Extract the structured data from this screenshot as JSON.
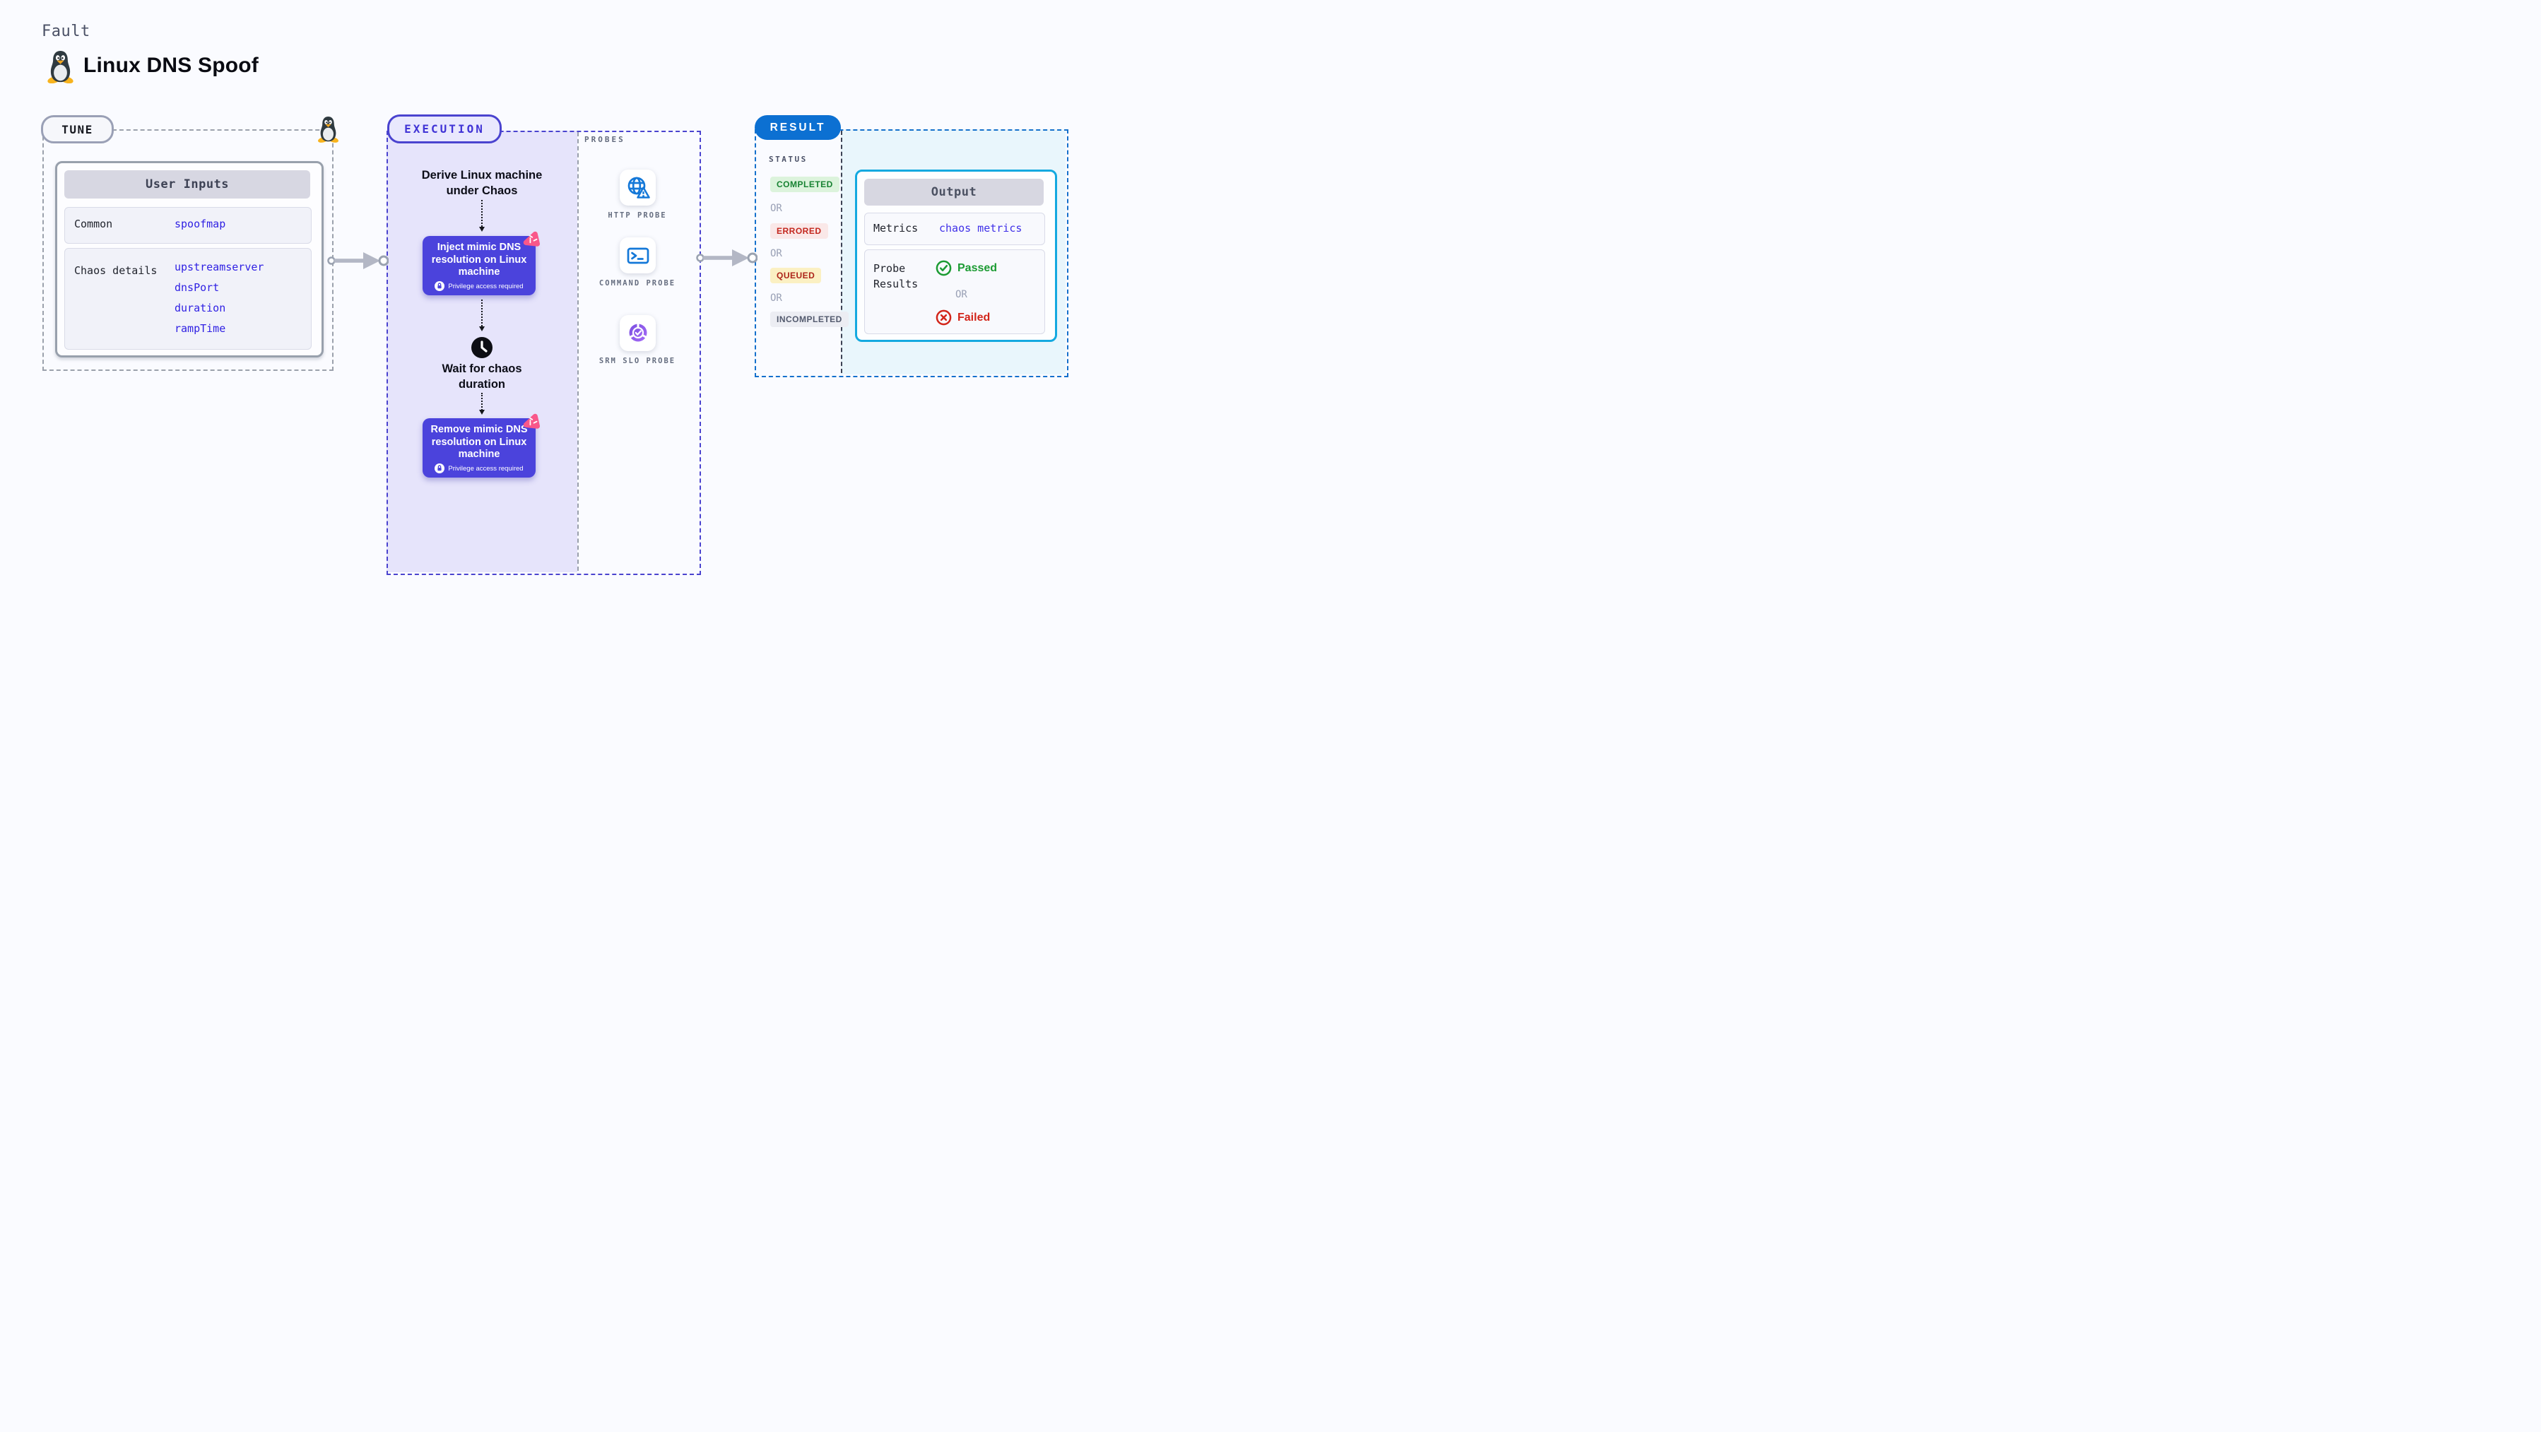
{
  "header": {
    "kicker": "Fault",
    "title": "Linux DNS Spoof"
  },
  "tune": {
    "label": "TUNE",
    "table": {
      "header": "User Inputs",
      "common_label": "Common",
      "common_value": "spoofmap",
      "chaos_label": "Chaos details",
      "chaos_values": [
        "upstreamserver",
        "dnsPort",
        "duration",
        "rampTime"
      ]
    }
  },
  "execution": {
    "label": "EXECUTION",
    "derive": "Derive Linux machine under Chaos",
    "inject_title": "Inject mimic DNS resolution on Linux machine",
    "wait": "Wait for chaos duration",
    "remove_title": "Remove mimic DNS resolution on Linux machine",
    "privilege": "Privilege access required"
  },
  "probes": {
    "label": "PROBES",
    "items": [
      "HTTP PROBE",
      "COMMAND PROBE",
      "SRM SLO PROBE"
    ]
  },
  "result": {
    "label": "RESULT",
    "status_label": "STATUS",
    "or": "OR",
    "statuses": {
      "completed": "COMPLETED",
      "errored": "ERRORED",
      "queued": "QUEUED",
      "incompleted": "INCOMPLETED"
    },
    "output": {
      "header": "Output",
      "metrics_label": "Metrics",
      "metrics_value": "chaos metrics",
      "probe_label": "Probe Results",
      "passed": "Passed",
      "failed": "Failed"
    }
  },
  "icons": {
    "tux": "linux-penguin-icon",
    "lock": "lock-icon",
    "clock": "clock-icon",
    "chaos_badge": "litmus-chaos-triangle-icon",
    "http_probe": "globe-warning-icon",
    "command_probe": "terminal-icon",
    "srm_probe": "donut-check-icon",
    "arrow": "flow-arrow-icon"
  },
  "colors": {
    "indigo": "#4b43dc",
    "lavender_panel": "#e6e4fb",
    "result_blue": "#0c70d2",
    "cyan_border": "#14a9e0",
    "cyan_panel": "#e9f6fc",
    "value_blue": "#2e1fe3",
    "green": "#1c9b33",
    "red": "#d2251a",
    "pink": "#f9578a",
    "gray_arrow": "#b3b7c5"
  }
}
